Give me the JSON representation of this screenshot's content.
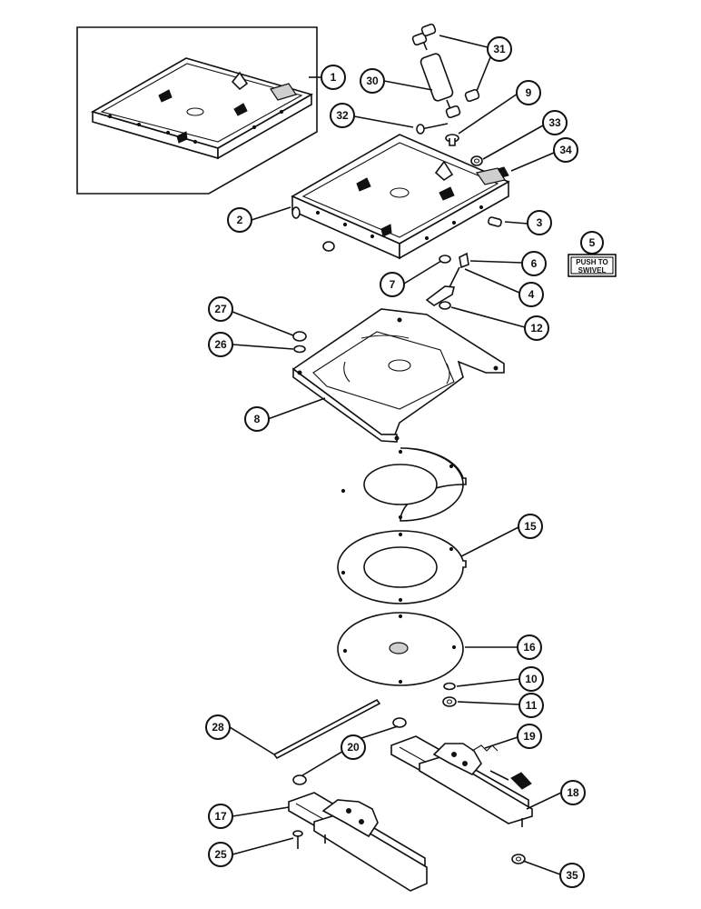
{
  "decal": {
    "line1": "PUSH TO",
    "line2": "SWIVEL"
  },
  "callouts": [
    "1",
    "2",
    "3",
    "4",
    "5",
    "6",
    "7",
    "8",
    "9",
    "10",
    "11",
    "12",
    "15",
    "16",
    "17",
    "18",
    "19",
    "20",
    "25",
    "26",
    "27",
    "28",
    "30",
    "31",
    "32",
    "33",
    "34",
    "35"
  ]
}
